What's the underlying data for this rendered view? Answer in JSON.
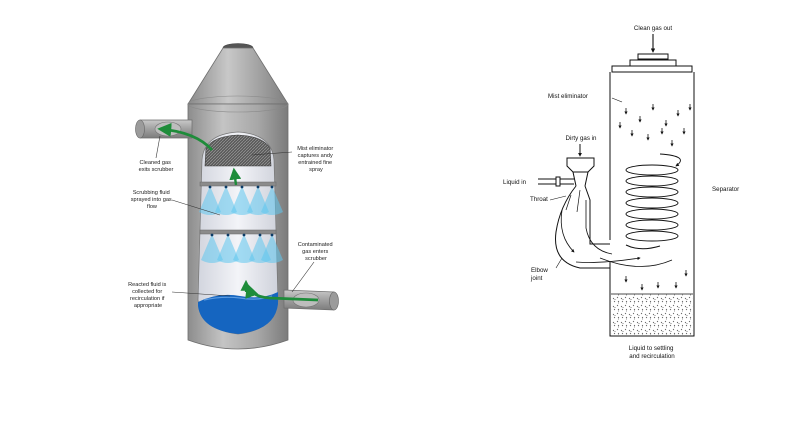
{
  "left_diagram": {
    "labels": {
      "cleaned_gas": [
        "Cleaned gas",
        "exits scrubber"
      ],
      "mist_eliminator": [
        "Mist eliminator",
        "captures andy",
        "entrained fine",
        "spray"
      ],
      "scrubbing_fluid": [
        "Scrubbing fluid",
        "sprayed into gas",
        "flow"
      ],
      "contaminated_gas": [
        "Contaminated",
        "gas enters",
        "scrubber"
      ],
      "reacted_fluid": [
        "Reacted fluid is",
        "collected for",
        "recirculation if",
        "appropriate"
      ]
    },
    "colors": {
      "shell": "#a3a3a3",
      "inner": "#e6e8ef",
      "spray": "#5ec6ef",
      "liquid": "#1565c0",
      "arrow": "#1e8c3a"
    }
  },
  "right_diagram": {
    "labels": {
      "clean_gas_out": "Clean gas out",
      "mist_eliminator": "Mist eliminator",
      "dirty_gas_in": "Dirty gas in",
      "liquid_in": "Liquid in",
      "throat": "Throat",
      "separator": "Separator",
      "elbow_joint": [
        "Elbow",
        "joint"
      ],
      "liquid_to_settling": [
        "Liquid to settling",
        "and recirculation"
      ]
    }
  }
}
